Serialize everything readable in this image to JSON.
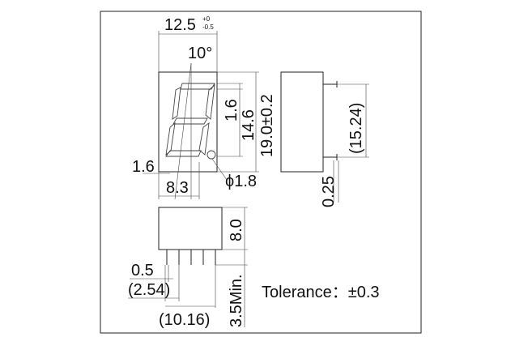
{
  "drawing": {
    "width_label": "12.5",
    "width_tol_plus": "+0",
    "width_tol_minus": "-0.5",
    "slant_label": "10°",
    "seg_thickness_label": "1.6",
    "digit_height_label": "14.6",
    "body_height_label": "19.0±0.2",
    "pin_row_label": "(15.24)",
    "pin_thickness_label": "0.25",
    "side_offset_label": "1.6",
    "digit_width_label": "8.3",
    "dp_label": "ϕ1.8",
    "depth_label": "8.0",
    "pin_width_label": "0.5",
    "pin_pitch_label": "(2.54)",
    "pin_span_label": "(10.16)",
    "pin_length_label": "3.5Min.",
    "tolerance_label": "Tolerance：±0.3"
  }
}
